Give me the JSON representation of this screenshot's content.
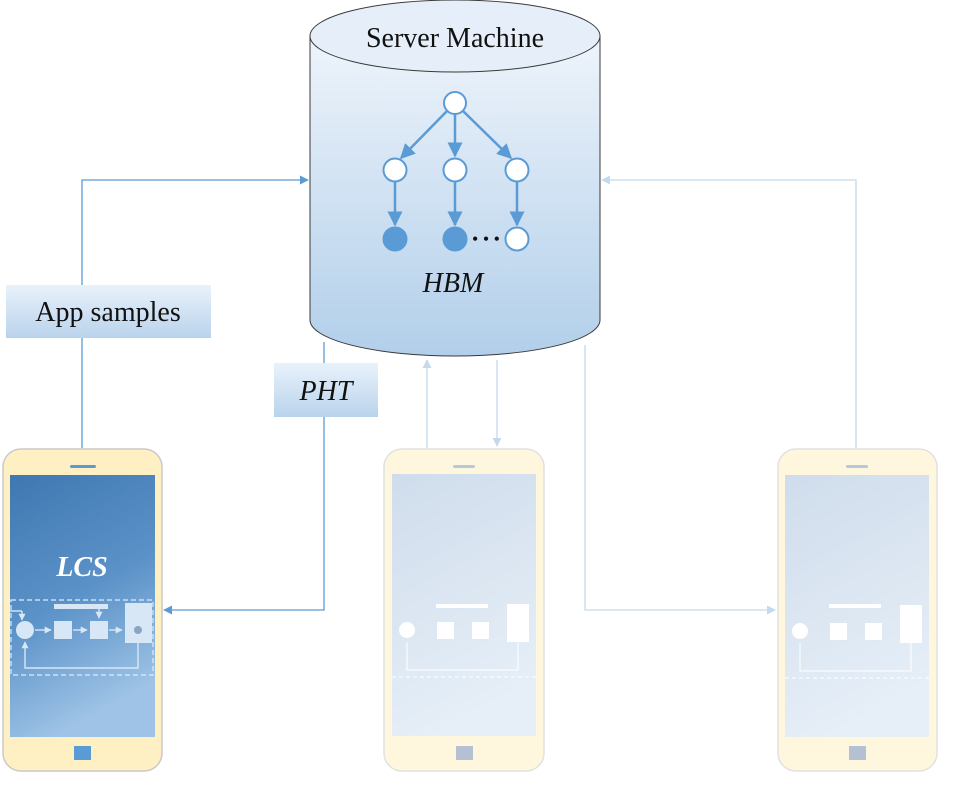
{
  "server": {
    "title": "Server Machine",
    "model_label": "HBM"
  },
  "labels": {
    "app_samples": "App samples",
    "pht": "PHT",
    "lcs": "LCS"
  },
  "colors": {
    "accent": "#5b9bd5",
    "cylinder_top": "#e6eff9",
    "cylinder_body_top": "#eef4fb",
    "cylinder_body_bottom": "#b2cfea",
    "phone_frame": "#fff0c4",
    "phone_frame_border": "#c9c9c9",
    "screen_active_top": "#3f78b1",
    "screen_active_bottom": "#9ec3e6",
    "screen_faded": "#b6cde6",
    "label_box_top": "#e9f2fb",
    "label_box_bottom": "#b9d3ec"
  },
  "phones": [
    {
      "id": "phone-1",
      "state": "active"
    },
    {
      "id": "phone-2",
      "state": "faded"
    },
    {
      "id": "phone-3",
      "state": "faded"
    }
  ],
  "tree": {
    "root": {
      "filled": false
    },
    "level1": [
      {
        "filled": false
      },
      {
        "filled": false
      },
      {
        "filled": false
      }
    ],
    "leaves": [
      {
        "filled": true
      },
      {
        "filled": true
      },
      {
        "filled": false
      }
    ],
    "ellipsis": "• • •"
  }
}
